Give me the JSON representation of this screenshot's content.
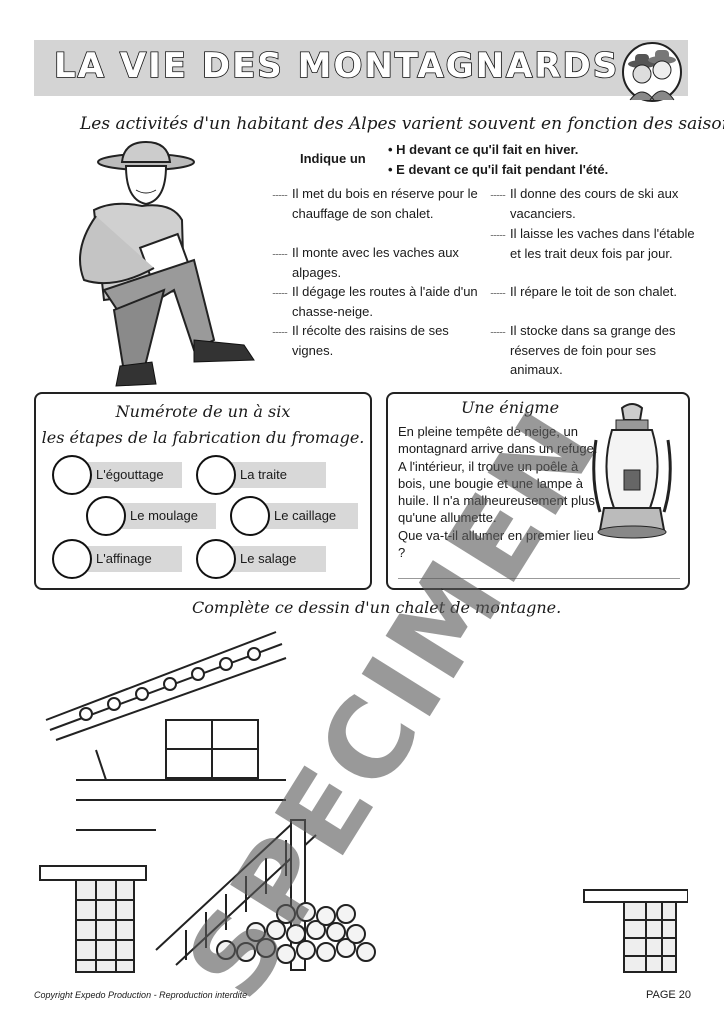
{
  "header": {
    "title": "LA VIE DES MONTAGNARDS",
    "icon": "cowboys-icon"
  },
  "intro": {
    "subtitle": "Les activités d'un habitant des Alpes varient souvent en fonction des saisons.",
    "indique": "Indique un",
    "rule_h": "• H devant ce qu'il fait en hiver.",
    "rule_e": "• E devant ce qu'il fait pendant l'été.",
    "dots": "..........",
    "left_items": [
      "Il met du bois en réserve pour le chauffage de son chalet.",
      "Il monte avec les vaches aux alpages.",
      "Il dégage les routes à l'aide d'un chasse-neige.",
      "Il récolte des raisins de ses vignes."
    ],
    "right_items": [
      "Il donne des cours de ski aux vacanciers.",
      "Il laisse les vaches dans l'étable et les trait deux fois par jour.",
      "Il répare le toit de son chalet.",
      "Il stocke dans sa grange des réserves de foin pour ses animaux."
    ]
  },
  "fromage": {
    "title_line1": "Numérote de un à six",
    "title_line2": "les étapes de la fabrication du fromage.",
    "steps": [
      "L'égouttage",
      "La traite",
      "Le moulage",
      "Le caillage",
      "L'affinage",
      "Le salage"
    ]
  },
  "enigme": {
    "title": "Une énigme",
    "text": "En pleine tempête de neige, un montagnard arrive dans un refuge. A l'intérieur, il trouve un poêle à bois, une bougie et une lampe à huile. Il n'a malheureusement plus qu'une allumette.",
    "question": "Que va-t-il allumer en premier lieu ?"
  },
  "chalet": {
    "title": "Complète ce dessin d'un chalet de montagne."
  },
  "watermark": "SPECIMEN",
  "footer": {
    "copyright": "Copyright Expedo Production - Reproduction interdite",
    "page": "PAGE 20"
  }
}
